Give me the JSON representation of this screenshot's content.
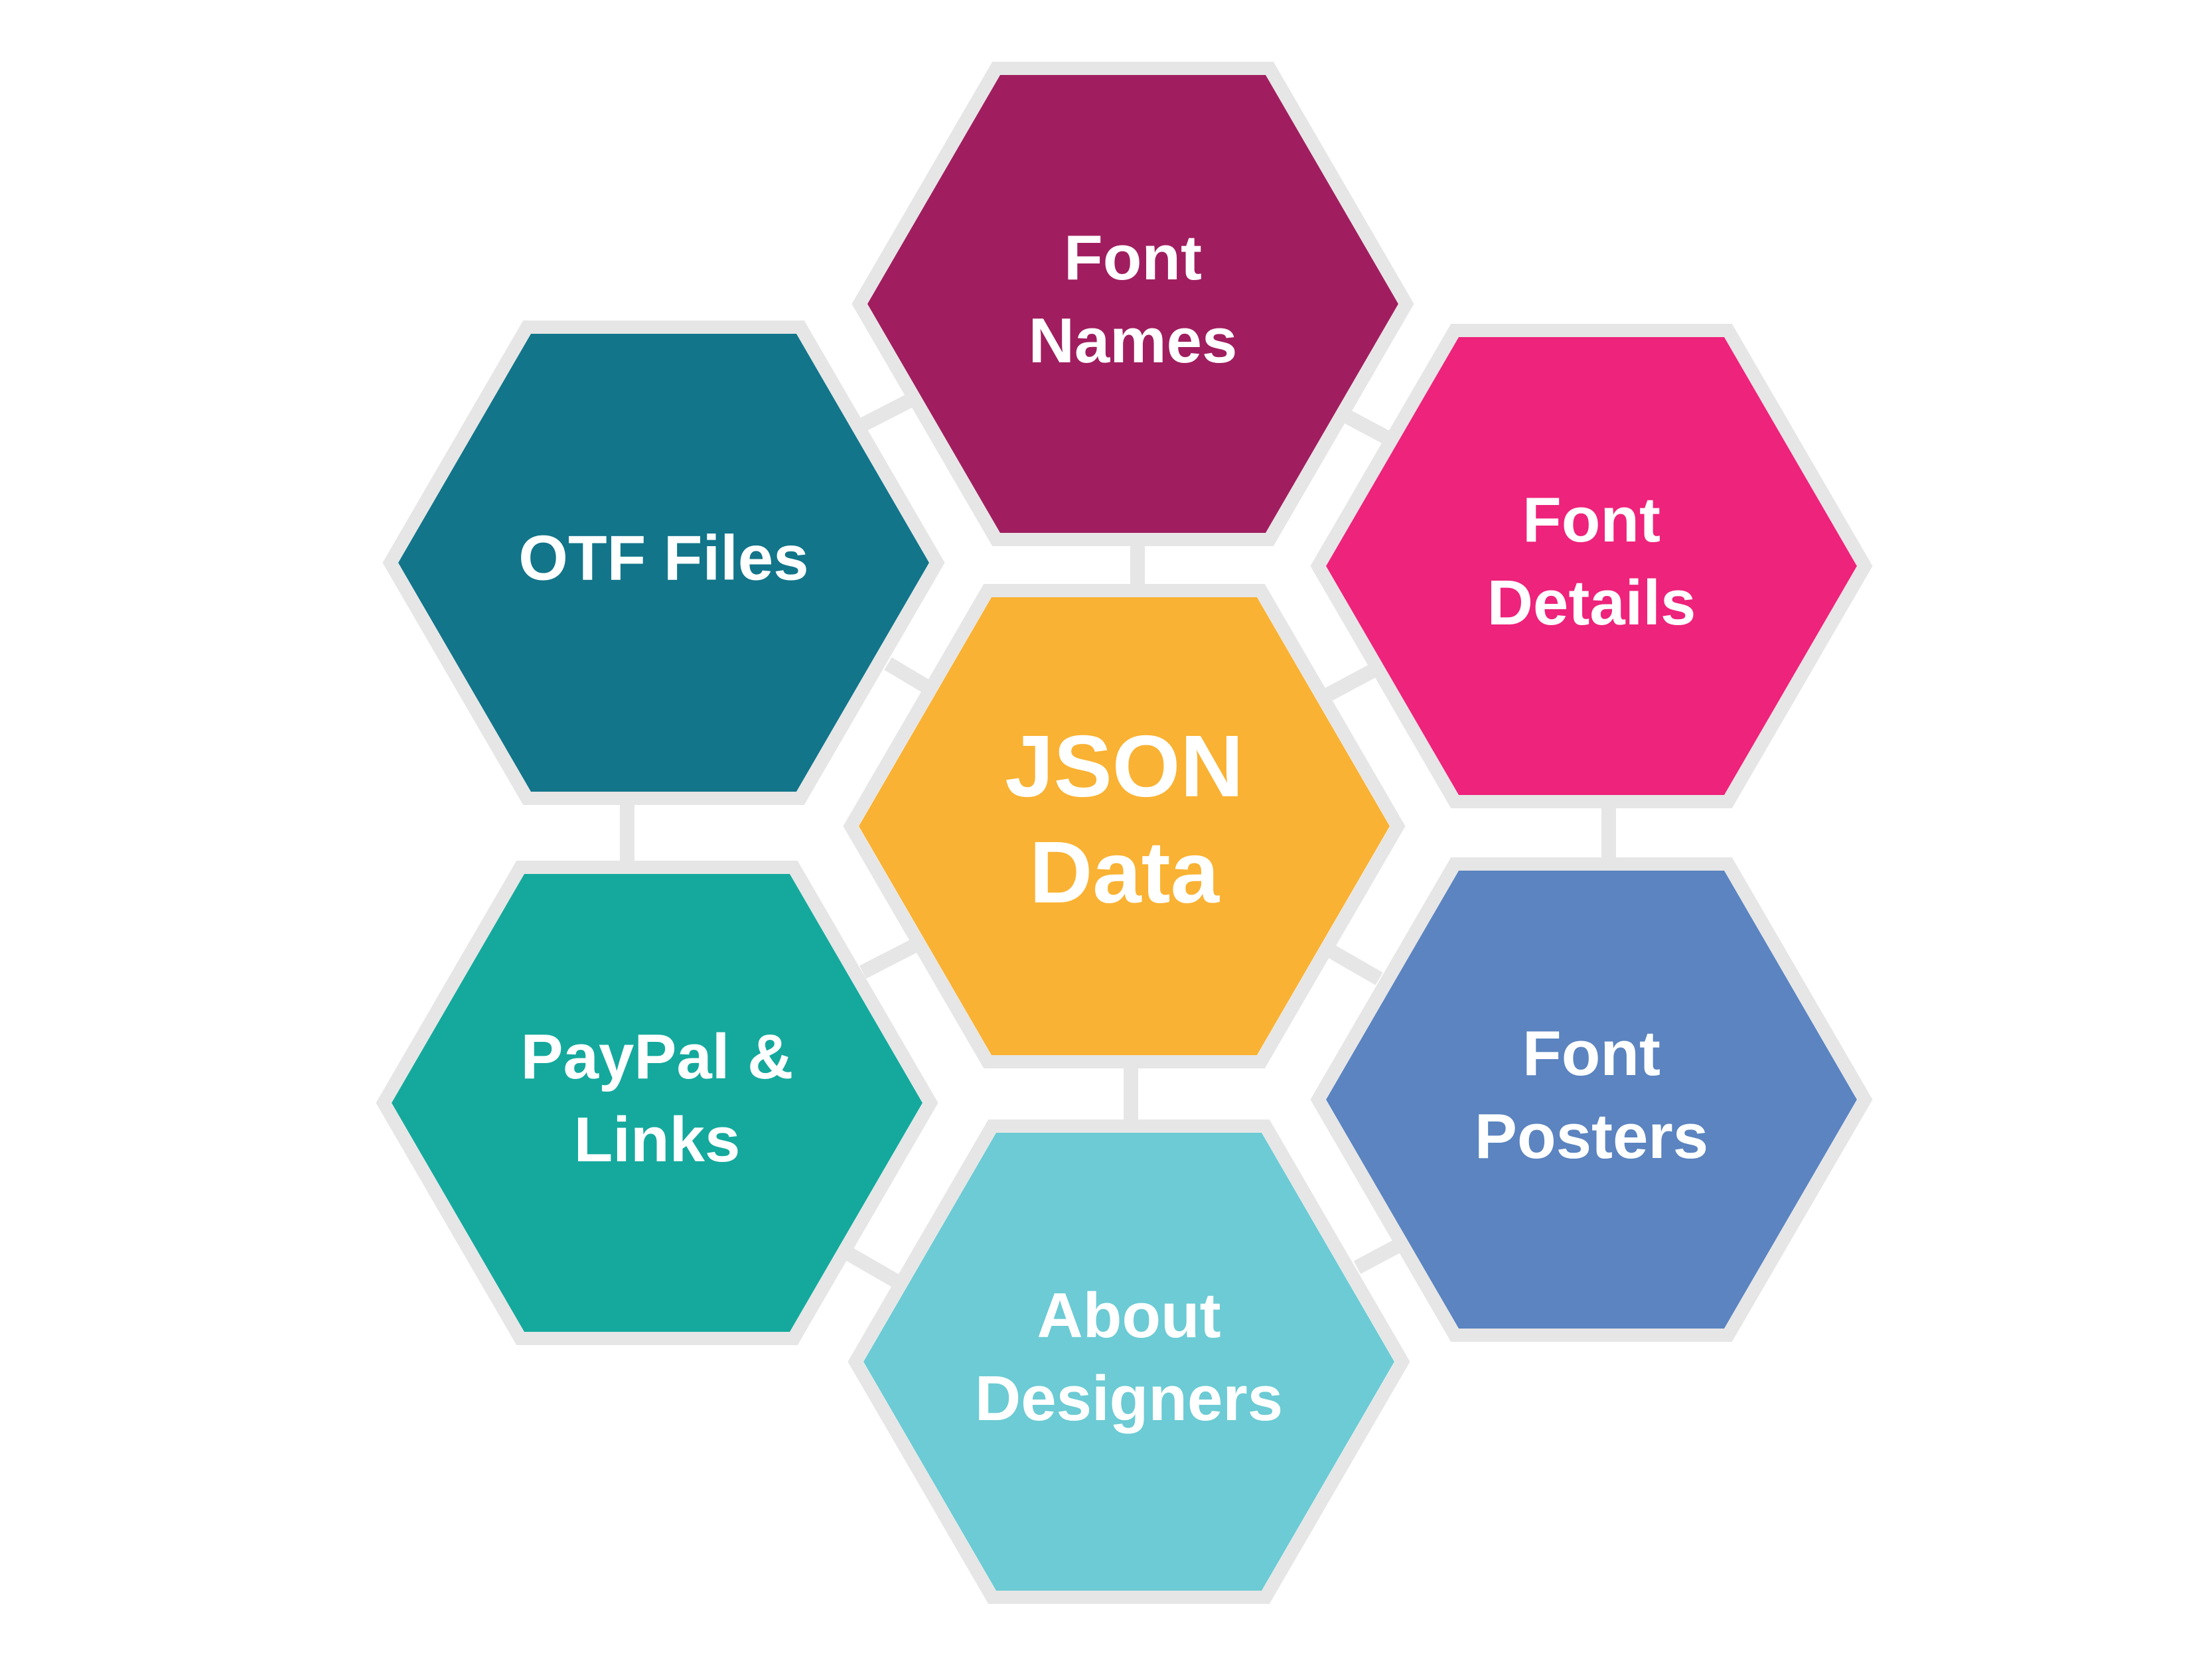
{
  "diagram": {
    "hexagons": [
      {
        "id": "json-data",
        "lines": [
          "JSON",
          "Data"
        ],
        "color": "#f9b233"
      },
      {
        "id": "font-names",
        "lines": [
          "Font",
          "Names"
        ],
        "color": "#a01e5f"
      },
      {
        "id": "font-details",
        "lines": [
          "Font",
          "Details"
        ],
        "color": "#ee237b"
      },
      {
        "id": "font-posters",
        "lines": [
          "Font",
          "Posters"
        ],
        "color": "#5b84c0"
      },
      {
        "id": "about-designers",
        "lines": [
          "About",
          "Designers"
        ],
        "color": "#6ccbd4"
      },
      {
        "id": "paypal-links",
        "lines": [
          "PayPal &",
          "Links"
        ],
        "color": "#15a99d"
      },
      {
        "id": "otf-files",
        "lines": [
          "OTF Files"
        ],
        "color": "#12758a"
      }
    ],
    "outline_color": "#e6e6e6"
  }
}
